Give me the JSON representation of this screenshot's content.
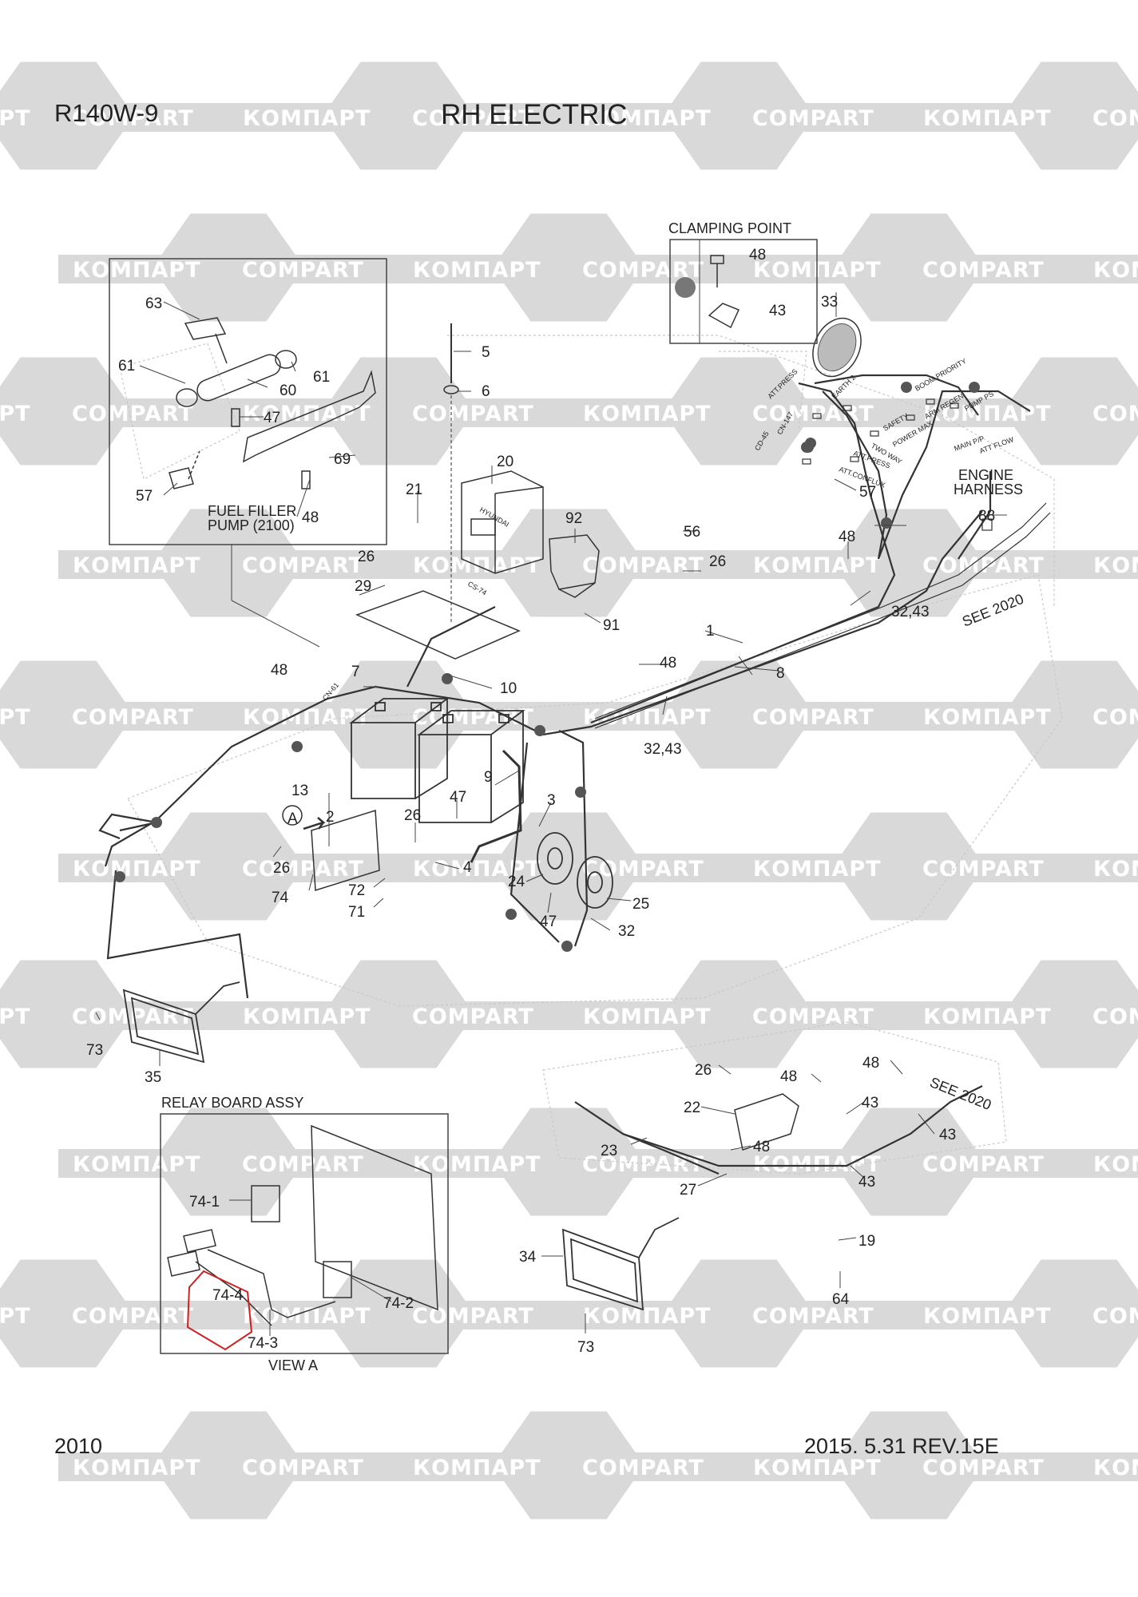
{
  "header": {
    "model": "R140W-9",
    "title": "RH ELECTRIC"
  },
  "footer": {
    "page": "2010",
    "revision": "2015. 5.31  REV.15E"
  },
  "watermark": {
    "text_a": "КОМПАРТ",
    "text_b": "COMPART",
    "color": "#d9d9d9"
  },
  "highlight_color": "#cc2222",
  "callouts": {
    "c1": "1",
    "c2": "2",
    "c3": "3",
    "c4": "4",
    "c5": "5",
    "c6": "6",
    "c7": "7",
    "c8": "8",
    "c9": "9",
    "c10": "10",
    "c13": "13",
    "c19": "19",
    "c20": "20",
    "c21": "21",
    "c22": "22",
    "c23": "23",
    "c24": "24",
    "c25": "25",
    "c26a": "26",
    "c26b": "26",
    "c26c": "26",
    "c26d": "26",
    "c26e": "26",
    "c27": "27",
    "c29": "29",
    "c32": "32",
    "c32_43a": "32,43",
    "c32_43b": "32,43",
    "c33": "33",
    "c34": "34",
    "c35": "35",
    "c43a": "43",
    "c43b": "43",
    "c43c": "43",
    "c43d": "43",
    "c47a": "47",
    "c47b": "47",
    "c47c": "47",
    "c48a": "48",
    "c48b": "48",
    "c48c": "48",
    "c48d": "48",
    "c48e": "48",
    "c48f": "48",
    "c48g": "48",
    "c48h": "48",
    "c56": "56",
    "c57a": "57",
    "c57b": "57",
    "c60": "60",
    "c61a": "61",
    "c61b": "61",
    "c63": "63",
    "c64": "64",
    "c69": "69",
    "c71": "71",
    "c72": "72",
    "c73a": "73",
    "c73b": "73",
    "c74": "74",
    "c74_1": "74-1",
    "c74_2": "74-2",
    "c74_3": "74-3",
    "c74_4": "74-4",
    "c88": "88",
    "c91": "91",
    "c92": "92"
  },
  "notes": {
    "clamping_point": "CLAMPING POINT",
    "fuel_filler_1": "FUEL FILLER",
    "fuel_filler_2": "PUMP (2100)",
    "engine_harness_1": "ENGINE",
    "engine_harness_2": "HARNESS",
    "see_2020_a": "SEE 2020",
    "see_2020_b": "SEE 2020",
    "relay_board": "RELAY BOARD ASSY",
    "view_a": "VIEW A",
    "view_a_marker": "A"
  },
  "connectors": {
    "att_press_1": "ATT.PRESS",
    "earth_2": "EARTH 2",
    "boom_priority": "BOOM PRIORITY",
    "arm_regen": "ARM REGEN",
    "pump_ps": "PUMP PS",
    "safety": "SAFETY",
    "two_way": "TWO WAY",
    "power_max": "POWER MAX",
    "main_pp": "MAIN P/P",
    "att_flow": "ATT FLOW",
    "cd_45": "CD-45",
    "cn_147": "CN-147",
    "att_press_2": "ATT.PRESS",
    "att_conflux": "ATT.CONFLUX",
    "cn_61": "CN-61",
    "cs_74": "CS-74",
    "brand": "HYUNDAI"
  }
}
